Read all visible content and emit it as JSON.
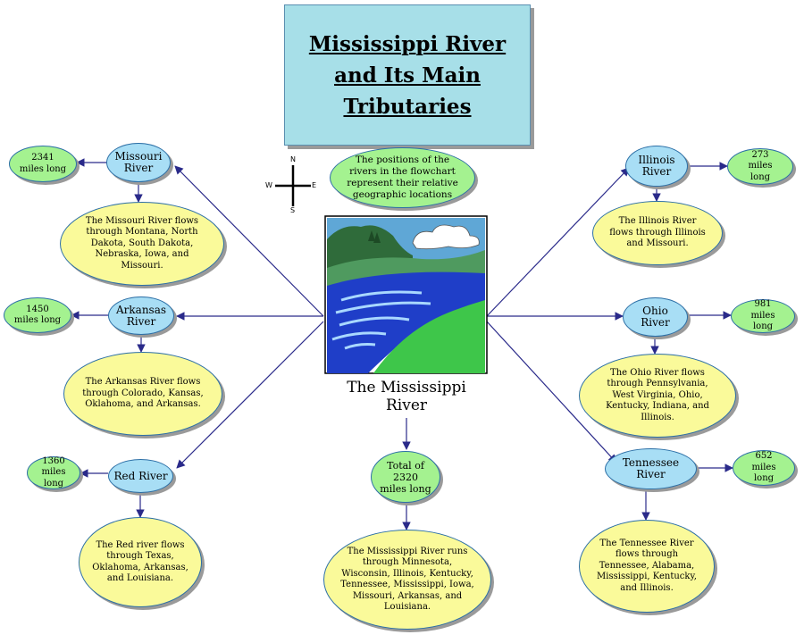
{
  "title": {
    "line1": "Mississippi River",
    "line2": "and Its Main",
    "line3": "Tributaries"
  },
  "note": "The positions of the rivers in the flowchart represent their relative geographic locations",
  "compass": {
    "n": "N",
    "s": "S",
    "e": "E",
    "w": "W"
  },
  "center": {
    "label_line1": "The Mississippi",
    "label_line2": "River",
    "length": "Total of 2320 miles long",
    "description": "The Mississippi River runs through Minnesota, Wisconsin, Illinois, Kentucky, Tennessee, Mississippi, Iowa, Missouri, Arkansas, and Louisiana."
  },
  "rivers": {
    "missouri": {
      "name": "Missouri River",
      "length": "2341 miles long",
      "description": "The Missouri River flows through Montana, North Dakota, South Dakota, Nebraska, Iowa, and Missouri."
    },
    "arkansas": {
      "name": "Arkansas River",
      "length": "1450 miles long",
      "description": "The Arkansas River flows through Colorado, Kansas, Oklahoma, and Arkansas."
    },
    "red": {
      "name": "Red River",
      "length": "1360 miles long",
      "description": "The Red river flows through Texas, Oklahoma, Arkansas, and Louisiana."
    },
    "illinois": {
      "name": "Illinois River",
      "length": "273 miles long",
      "description": "The Illinois River flows through Illinois and Missouri."
    },
    "ohio": {
      "name": "Ohio River",
      "length": "981 miles long",
      "description": "The Ohio River flows through Pennsylvania, West Virginia, Ohio, Kentucky, Indiana, and Illinois."
    },
    "tennessee": {
      "name": "Tennessee River",
      "length": "652 miles long",
      "description": "The Tennessee River flows through Tennessee, Alabama, Mississippi, Kentucky, and Illinois."
    }
  },
  "colors": {
    "edge": "#2a2a8a",
    "title_bg": "#a7dfe8",
    "name_node": "#a8def5",
    "length_node": "#a4f290",
    "description_node": "#fafa9a"
  }
}
